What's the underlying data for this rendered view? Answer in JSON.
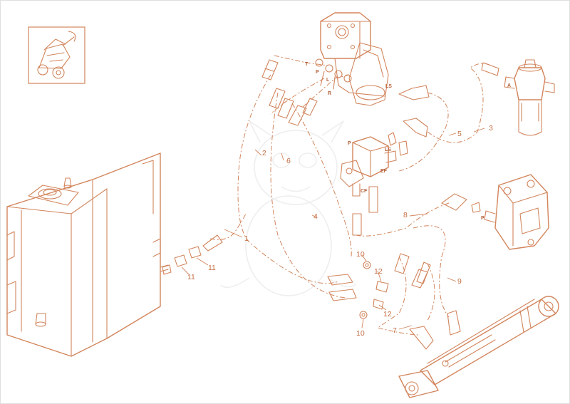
{
  "callouts": {
    "c1": "1",
    "c2": "2",
    "c3": "3",
    "c4": "4",
    "c5": "5",
    "c6": "6",
    "c7": "7",
    "c8": "8",
    "c9": "9",
    "c10a": "10",
    "c10b": "10",
    "c11a": "11",
    "c11b": "11",
    "c12a": "12",
    "c12b": "12"
  },
  "ports": {
    "t": "T",
    "p_top": "P",
    "l": "L",
    "r": "R",
    "ls_top": "LS",
    "a": "A",
    "p_valve": "P",
    "ls_valve": "LS",
    "ef": "EF",
    "cf": "CF",
    "p_pump": "P"
  },
  "colors": {
    "line": "#d2855c",
    "text": "#c56f45",
    "watermark": "#eeeeee"
  }
}
